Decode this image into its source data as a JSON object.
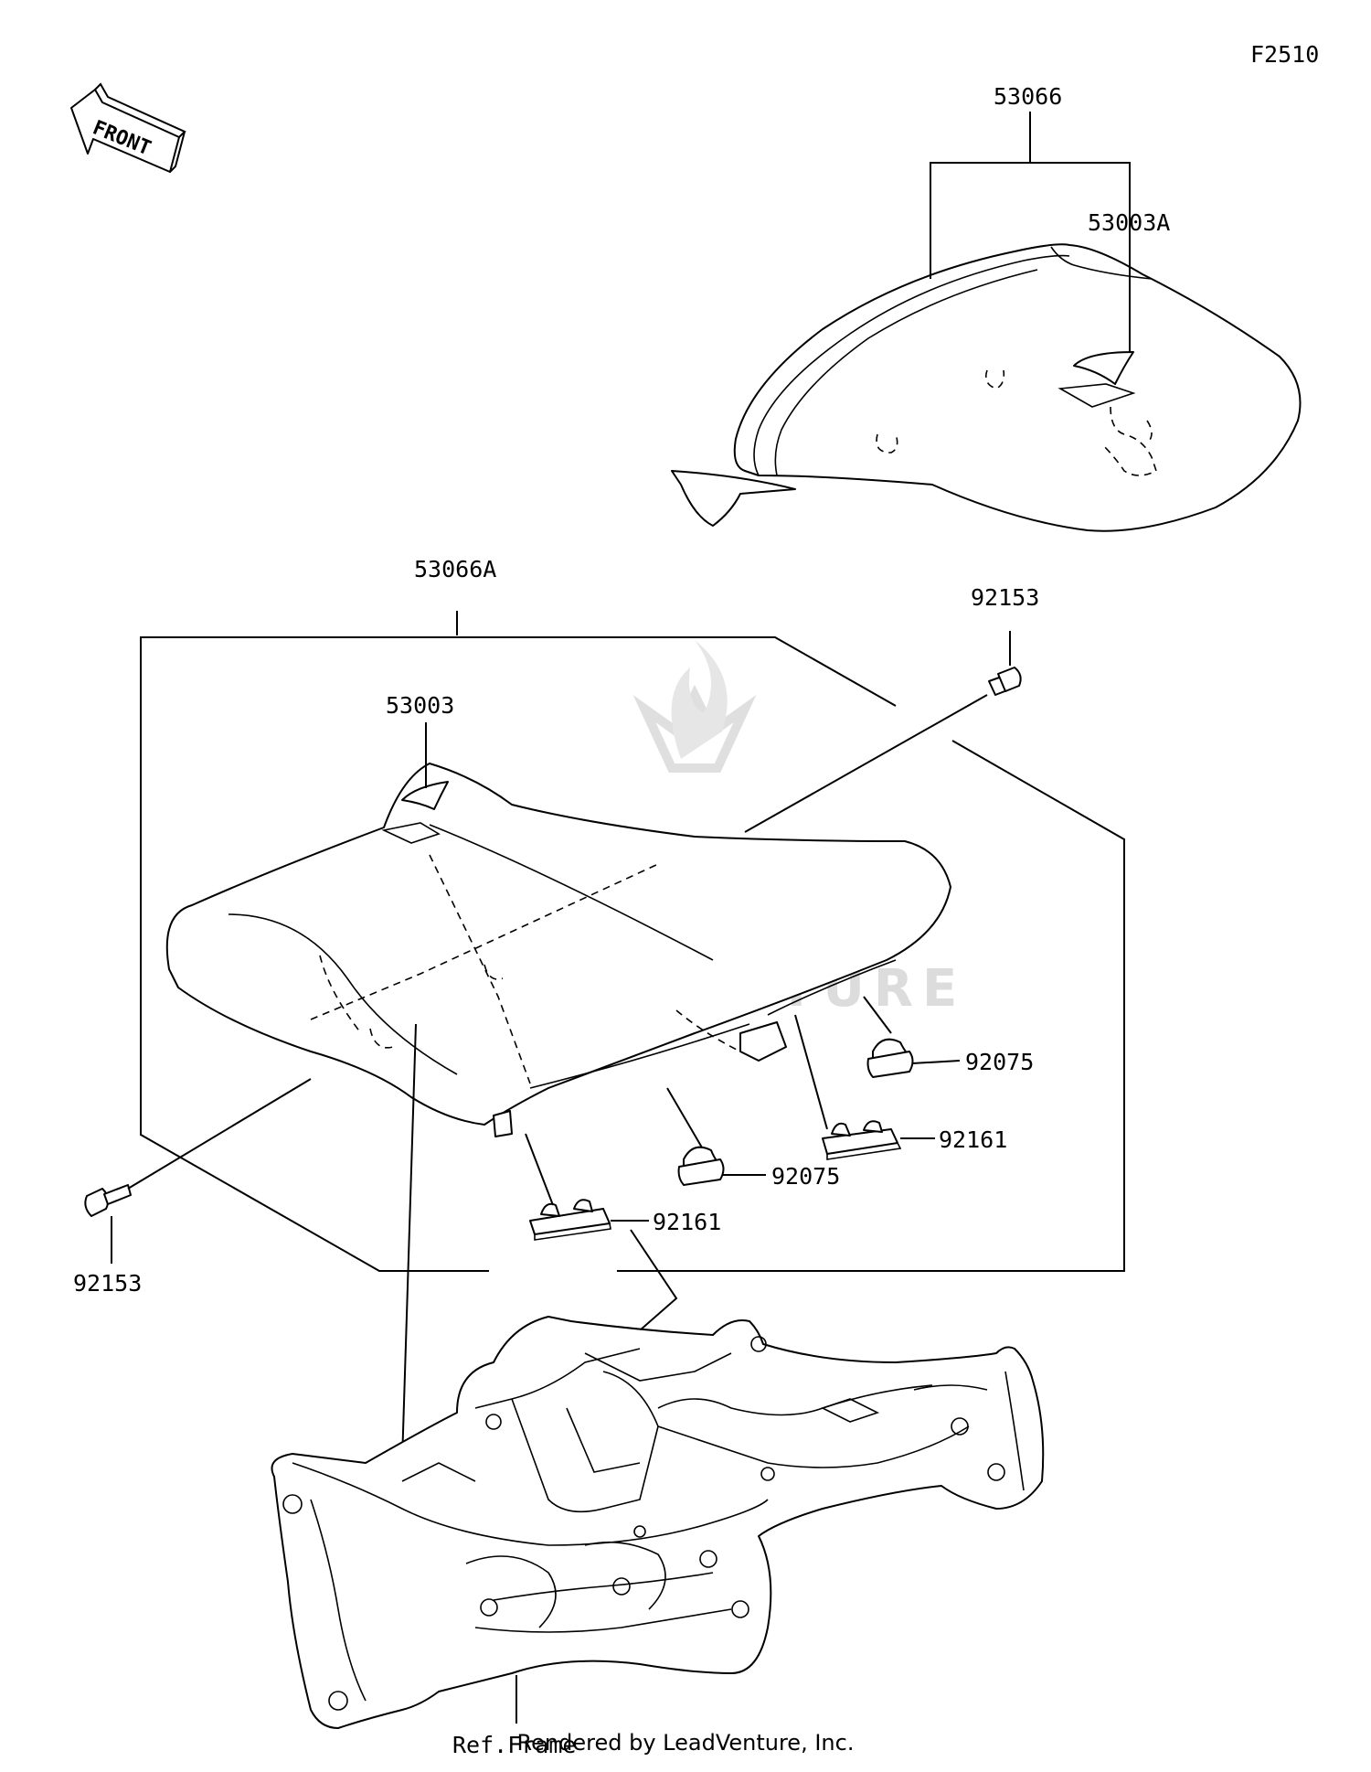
{
  "figure_code": "F2510",
  "front_arrow_label": "FRONT",
  "watermark": "LEADVENTURE",
  "labels": {
    "seat_assy_rear": "53066",
    "rear_cover": "53003A",
    "seat_assy_front": "53066A",
    "front_cover": "53003",
    "bolt_right": "92153",
    "bolt_left": "92153",
    "damper_right": "92075",
    "damper_middle": "92075",
    "clip_right": "92161",
    "clip_left": "92161",
    "frame_ref": "Ref.Frame"
  },
  "footer": "Rendered by LeadVenture, Inc."
}
